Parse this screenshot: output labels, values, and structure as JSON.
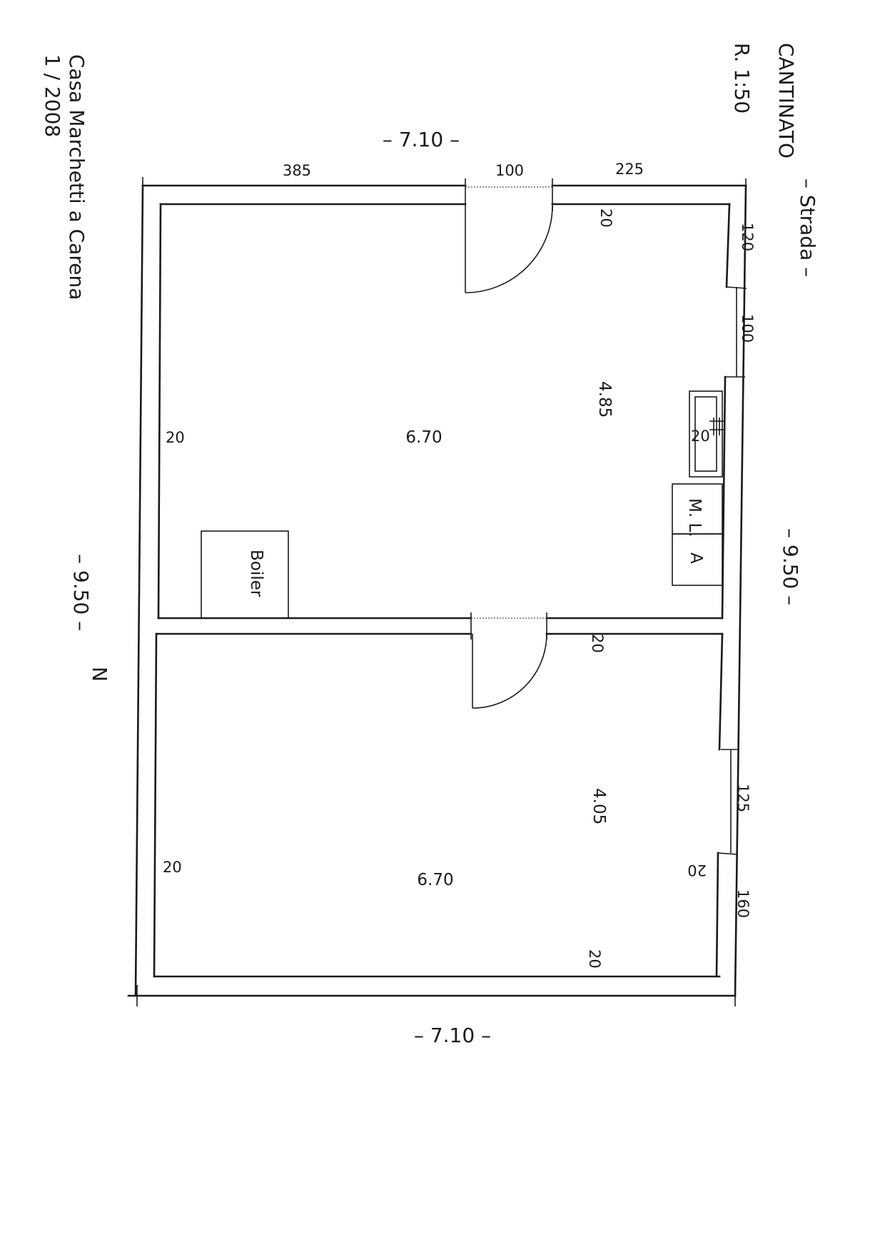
{
  "title": "CANTINATO",
  "scale": "R. 1:50",
  "street": "– Strada –",
  "project": "Casa Marchetti a Carena",
  "date": "1 / 2008",
  "north": "N",
  "dims": {
    "top_total": "– 7.10 –",
    "bottom_total": "– 7.10 –",
    "left_total": "– 9.50 –",
    "right_total": "– 9.50 –",
    "top_seg1": "385",
    "top_seg2": "100",
    "top_seg3": "225",
    "right_seg1": "120",
    "right_seg2": "100",
    "right_seg3": "125",
    "right_seg4": "160",
    "wall_top": "20",
    "wall_left_upper": "20",
    "wall_middle": "20",
    "wall_left_lower": "20",
    "wall_right_lower": "20",
    "wall_bottom": "20",
    "wall_niche": "20"
  },
  "rooms": {
    "upper": {
      "length": "6.70",
      "width": "4.85"
    },
    "lower": {
      "length": "6.70",
      "width": "4.05"
    }
  },
  "fixtures": {
    "boiler": "Boiler",
    "ml": "M. L.",
    "a": "A"
  }
}
